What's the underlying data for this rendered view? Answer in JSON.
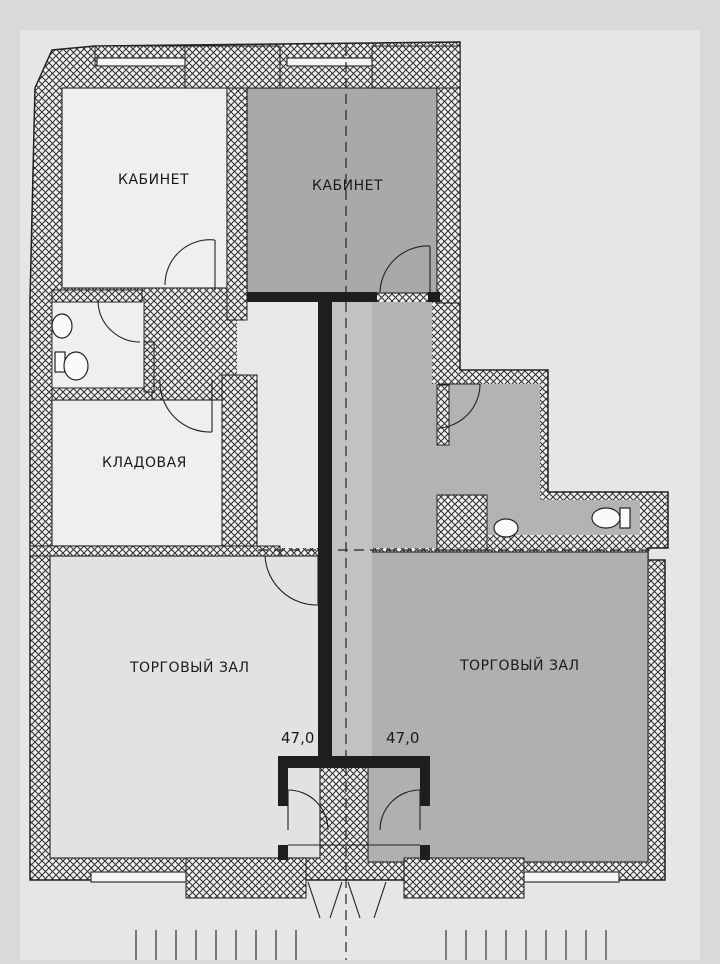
{
  "rooms": {
    "office_left": "КАБИНЕТ",
    "office_right": "КАБИНЕТ",
    "storage": "КЛАДОВАЯ",
    "sales_left": "ТОРГОВЫЙ ЗАЛ",
    "sales_right": "ТОРГОВЫЙ ЗАЛ"
  },
  "areas": {
    "left": "47,0",
    "right": "47,0"
  },
  "colors": {
    "paper": "#e9e9e9",
    "shaded": "#a9a9a9",
    "wall": "#2a2a2a",
    "background": "#d9d9d9"
  }
}
